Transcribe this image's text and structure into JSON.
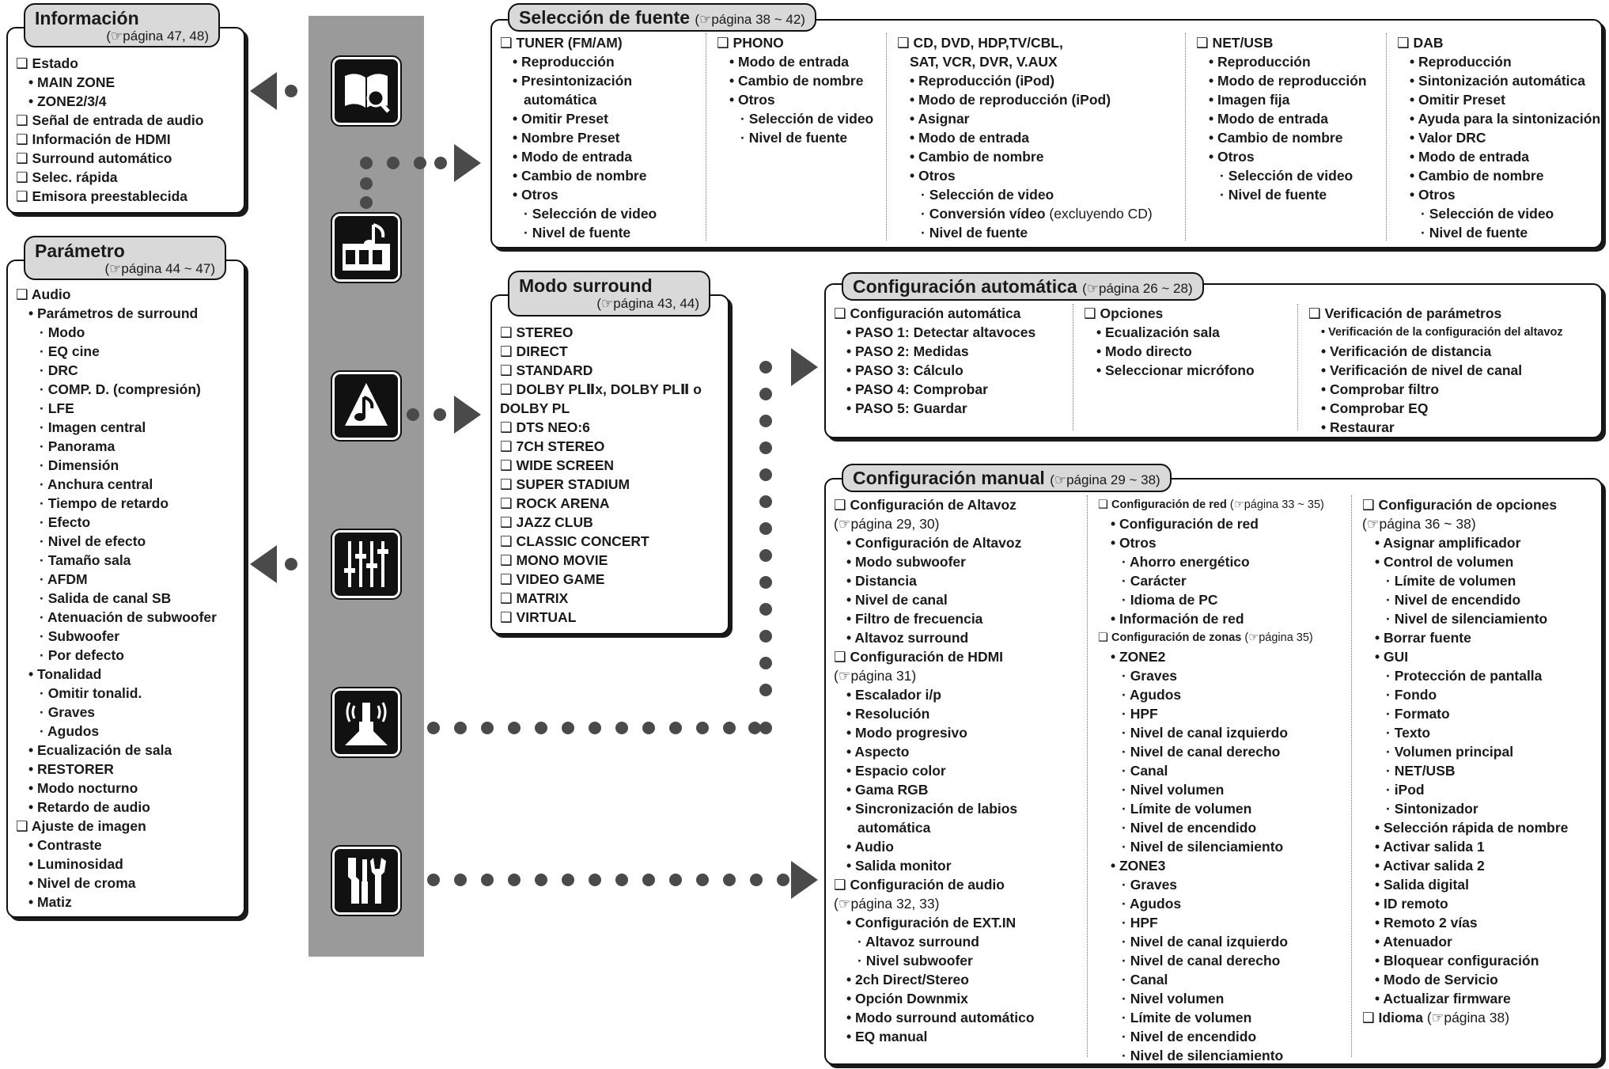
{
  "nav_column": {
    "icons": [
      "book-magnifier-icon",
      "music-film-icon",
      "surround-cone-icon",
      "sliders-icon",
      "speaker-calibration-icon",
      "tools-icon"
    ]
  },
  "informacion": {
    "title": "Información",
    "ref": "página 47, 48)",
    "items": [
      {
        "t": "❑ Estado",
        "lv": 1
      },
      {
        "t": "• MAIN ZONE",
        "lv": 2
      },
      {
        "t": "• ZONE2/3/4",
        "lv": 2
      },
      {
        "t": "❑ Señal de entrada de audio",
        "lv": 1
      },
      {
        "t": "❑ Información de HDMI",
        "lv": 1
      },
      {
        "t": "❑ Surround automático",
        "lv": 1
      },
      {
        "t": "❑ Selec. rápida",
        "lv": 1
      },
      {
        "t": "❑ Emisora preestablecida",
        "lv": 1
      }
    ]
  },
  "parametro": {
    "title": "Parámetro",
    "ref": "página 44 ~ 47)",
    "items": [
      {
        "t": "❑ Audio",
        "lv": 1
      },
      {
        "t": "• Parámetros de surround",
        "lv": 2
      },
      {
        "t": "· Modo",
        "lv": 3
      },
      {
        "t": "· EQ cine",
        "lv": 3
      },
      {
        "t": "· DRC",
        "lv": 3
      },
      {
        "t": "· COMP. D. (compresión)",
        "lv": 3
      },
      {
        "t": "· LFE",
        "lv": 3
      },
      {
        "t": "· Imagen central",
        "lv": 3
      },
      {
        "t": "· Panorama",
        "lv": 3
      },
      {
        "t": "· Dimensión",
        "lv": 3
      },
      {
        "t": "· Anchura central",
        "lv": 3
      },
      {
        "t": "· Tiempo de retardo",
        "lv": 3
      },
      {
        "t": "· Efecto",
        "lv": 3
      },
      {
        "t": "· Nivel de efecto",
        "lv": 3
      },
      {
        "t": "· Tamaño sala",
        "lv": 3
      },
      {
        "t": "· AFDM",
        "lv": 3
      },
      {
        "t": "· Salida de canal SB",
        "lv": 3
      },
      {
        "t": "· Atenuación de subwoofer",
        "lv": 3
      },
      {
        "t": "· Subwoofer",
        "lv": 3
      },
      {
        "t": "· Por defecto",
        "lv": 3
      },
      {
        "t": "• Tonalidad",
        "lv": 2
      },
      {
        "t": "· Omitir tonalid.",
        "lv": 3
      },
      {
        "t": "· Graves",
        "lv": 3
      },
      {
        "t": "· Agudos",
        "lv": 3
      },
      {
        "t": "• Ecualización de sala",
        "lv": 2
      },
      {
        "t": "• RESTORER",
        "lv": 2
      },
      {
        "t": "• Modo nocturno",
        "lv": 2
      },
      {
        "t": "• Retardo de audio",
        "lv": 2
      },
      {
        "t": "❑ Ajuste de imagen",
        "lv": 1
      },
      {
        "t": "• Contraste",
        "lv": 2
      },
      {
        "t": "• Luminosidad",
        "lv": 2
      },
      {
        "t": "• Nivel de croma",
        "lv": 2
      },
      {
        "t": "• Matiz",
        "lv": 2
      }
    ]
  },
  "seleccion_fuente": {
    "title": "Selección de fuente",
    "ref": "página 38 ~ 42)",
    "columns": [
      [
        {
          "t": "❑ TUNER (FM/AM)",
          "lv": 1
        },
        {
          "t": "• Reproducción",
          "lv": 2
        },
        {
          "t": "• Presintonización",
          "lv": 2
        },
        {
          "t": "automática",
          "lv": 3
        },
        {
          "t": "• Omitir Preset",
          "lv": 2
        },
        {
          "t": "• Nombre Preset",
          "lv": 2
        },
        {
          "t": "• Modo de entrada",
          "lv": 2
        },
        {
          "t": "• Cambio de nombre",
          "lv": 2
        },
        {
          "t": "• Otros",
          "lv": 2
        },
        {
          "t": "· Selección de video",
          "lv": 3
        },
        {
          "t": "· Nivel de fuente",
          "lv": 3
        }
      ],
      [
        {
          "t": "❑ PHONO",
          "lv": 1
        },
        {
          "t": "• Modo de entrada",
          "lv": 2
        },
        {
          "t": "• Cambio de nombre",
          "lv": 2
        },
        {
          "t": "• Otros",
          "lv": 2
        },
        {
          "t": "· Selección de video",
          "lv": 3
        },
        {
          "t": "· Nivel de fuente",
          "lv": 3
        }
      ],
      [
        {
          "t": "❑ CD, DVD, HDP,TV/CBL,",
          "lv": 1
        },
        {
          "t": "SAT, VCR, DVR, V.AUX",
          "lv": 2
        },
        {
          "t": "• Reproducción (iPod)",
          "lv": 2
        },
        {
          "t": "• Modo de reproducción (iPod)",
          "lv": 2
        },
        {
          "t": "• Asignar",
          "lv": 2
        },
        {
          "t": "• Modo de entrada",
          "lv": 2
        },
        {
          "t": "• Cambio de nombre",
          "lv": 2
        },
        {
          "t": "• Otros",
          "lv": 2
        },
        {
          "t": "· Selección de video",
          "lv": 3
        },
        {
          "t": "· Conversión vídeo",
          "lv": 3,
          "note": " (excluyendo CD)"
        },
        {
          "t": "· Nivel de fuente",
          "lv": 3
        }
      ],
      [
        {
          "t": "❑ NET/USB",
          "lv": 1
        },
        {
          "t": "• Reproducción",
          "lv": 2
        },
        {
          "t": "• Modo de reproducción",
          "lv": 2
        },
        {
          "t": "• Imagen fija",
          "lv": 2
        },
        {
          "t": "• Modo de entrada",
          "lv": 2
        },
        {
          "t": "• Cambio de nombre",
          "lv": 2
        },
        {
          "t": "• Otros",
          "lv": 2
        },
        {
          "t": "· Selección de video",
          "lv": 3
        },
        {
          "t": "· Nivel de fuente",
          "lv": 3
        }
      ],
      [
        {
          "t": "❑ DAB",
          "lv": 1
        },
        {
          "t": "• Reproducción",
          "lv": 2
        },
        {
          "t": "• Sintonización automática",
          "lv": 2
        },
        {
          "t": "• Omitir Preset",
          "lv": 2
        },
        {
          "t": "• Ayuda para la sintonización",
          "lv": 2
        },
        {
          "t": "• Valor DRC",
          "lv": 2
        },
        {
          "t": "• Modo de entrada",
          "lv": 2
        },
        {
          "t": "• Cambio de nombre",
          "lv": 2
        },
        {
          "t": "• Otros",
          "lv": 2
        },
        {
          "t": "· Selección de video",
          "lv": 3
        },
        {
          "t": "· Nivel de fuente",
          "lv": 3
        }
      ]
    ]
  },
  "modo_surround": {
    "title": "Modo surround",
    "ref": "página 43, 44)",
    "items": [
      {
        "t": "❑ STEREO",
        "lv": 1
      },
      {
        "t": "❑ DIRECT",
        "lv": 1
      },
      {
        "t": "❑ STANDARD",
        "lv": 1
      },
      {
        "t": "❑ DOLBY PLⅡx, DOLBY PLⅡ o",
        "lv": 1
      },
      {
        "t": "DOLBY PL",
        "lv": 1
      },
      {
        "t": "❑ DTS NEO:6",
        "lv": 1
      },
      {
        "t": "❑ 7CH STEREO",
        "lv": 1
      },
      {
        "t": "❑ WIDE SCREEN",
        "lv": 1
      },
      {
        "t": "❑ SUPER STADIUM",
        "lv": 1
      },
      {
        "t": "❑ ROCK ARENA",
        "lv": 1
      },
      {
        "t": "❑ JAZZ CLUB",
        "lv": 1
      },
      {
        "t": "❑ CLASSIC CONCERT",
        "lv": 1
      },
      {
        "t": "❑ MONO MOVIE",
        "lv": 1
      },
      {
        "t": "❑ VIDEO GAME",
        "lv": 1
      },
      {
        "t": "❑ MATRIX",
        "lv": 1
      },
      {
        "t": "❑ VIRTUAL",
        "lv": 1
      }
    ]
  },
  "config_automatica": {
    "title": "Configuración automática",
    "ref": "página 26 ~ 28)",
    "columns": [
      [
        {
          "t": "❑ Configuración automática",
          "lv": 1
        },
        {
          "t": "• PASO 1: Detectar altavoces",
          "lv": 2
        },
        {
          "t": "• PASO 2: Medidas",
          "lv": 2
        },
        {
          "t": "• PASO 3: Cálculo",
          "lv": 2
        },
        {
          "t": "• PASO 4: Comprobar",
          "lv": 2
        },
        {
          "t": "• PASO 5: Guardar",
          "lv": 2
        }
      ],
      [
        {
          "t": "❑ Opciones",
          "lv": 1
        },
        {
          "t": "• Ecualización sala",
          "lv": 2
        },
        {
          "t": "• Modo directo",
          "lv": 2
        },
        {
          "t": "• Seleccionar micrófono",
          "lv": 2
        }
      ],
      [
        {
          "t": "❑ Verificación de parámetros",
          "lv": 1
        },
        {
          "t": "• Verificación de la configuración del altavoz",
          "lv": 2,
          "small": true
        },
        {
          "t": "• Verificación de distancia",
          "lv": 2
        },
        {
          "t": "• Verificación de nivel de canal",
          "lv": 2
        },
        {
          "t": "• Comprobar filtro",
          "lv": 2
        },
        {
          "t": "• Comprobar EQ",
          "lv": 2
        },
        {
          "t": "• Restaurar",
          "lv": 2
        }
      ]
    ]
  },
  "config_manual": {
    "title": "Configuración manual",
    "ref": "página 29 ~ 38)",
    "columns": [
      [
        {
          "t": "❑ Configuración de Altavoz",
          "lv": 1
        },
        {
          "t": "",
          "lv": 1,
          "ref": "página 29, 30)"
        },
        {
          "t": "• Configuración de Altavoz",
          "lv": 2
        },
        {
          "t": "• Modo subwoofer",
          "lv": 2
        },
        {
          "t": "• Distancia",
          "lv": 2
        },
        {
          "t": "• Nivel de canal",
          "lv": 2
        },
        {
          "t": "• Filtro de frecuencia",
          "lv": 2
        },
        {
          "t": "• Altavoz surround",
          "lv": 2
        },
        {
          "t": "❑ Configuración de HDMI",
          "lv": 1
        },
        {
          "t": "",
          "lv": 1,
          "ref": "página 31)"
        },
        {
          "t": "• Escalador i/p",
          "lv": 2
        },
        {
          "t": "• Resolución",
          "lv": 2
        },
        {
          "t": "• Modo progresivo",
          "lv": 2
        },
        {
          "t": "• Aspecto",
          "lv": 2
        },
        {
          "t": "• Espacio color",
          "lv": 2
        },
        {
          "t": "• Gama RGB",
          "lv": 2
        },
        {
          "t": "• Sincronización de labios",
          "lv": 2
        },
        {
          "t": "automática",
          "lv": 3
        },
        {
          "t": "• Audio",
          "lv": 2
        },
        {
          "t": "• Salida monitor",
          "lv": 2
        },
        {
          "t": "❑ Configuración de audio",
          "lv": 1
        },
        {
          "t": "",
          "lv": 1,
          "ref": "página 32, 33)"
        },
        {
          "t": "• Configuración de EXT.IN",
          "lv": 2
        },
        {
          "t": "· Altavoz surround",
          "lv": 3
        },
        {
          "t": "· Nivel subwoofer",
          "lv": 3
        },
        {
          "t": "• 2ch Direct/Stereo",
          "lv": 2
        },
        {
          "t": "• Opción Downmix",
          "lv": 2
        },
        {
          "t": "• Modo surround automático",
          "lv": 2
        },
        {
          "t": "• EQ manual",
          "lv": 2
        }
      ],
      [
        {
          "t": "❑ Configuración de red",
          "lv": 1,
          "small": true,
          "ref": "página 33 ~ 35)"
        },
        {
          "t": "• Configuración de red",
          "lv": 2
        },
        {
          "t": "• Otros",
          "lv": 2
        },
        {
          "t": "· Ahorro energético",
          "lv": 3
        },
        {
          "t": "· Carácter",
          "lv": 3
        },
        {
          "t": "· Idioma de PC",
          "lv": 3
        },
        {
          "t": "• Información de red",
          "lv": 2
        },
        {
          "t": "❑ Configuración de zonas",
          "lv": 1,
          "small": true,
          "ref": "página 35)"
        },
        {
          "t": "• ZONE2",
          "lv": 2
        },
        {
          "t": "· Graves",
          "lv": 3
        },
        {
          "t": "· Agudos",
          "lv": 3
        },
        {
          "t": "· HPF",
          "lv": 3
        },
        {
          "t": "· Nivel de canal izquierdo",
          "lv": 3
        },
        {
          "t": "· Nivel de canal derecho",
          "lv": 3
        },
        {
          "t": "· Canal",
          "lv": 3
        },
        {
          "t": "· Nivel volumen",
          "lv": 3
        },
        {
          "t": "· Límite de volumen",
          "lv": 3
        },
        {
          "t": "· Nivel de encendido",
          "lv": 3
        },
        {
          "t": "· Nivel de silenciamiento",
          "lv": 3
        },
        {
          "t": "• ZONE3",
          "lv": 2
        },
        {
          "t": "· Graves",
          "lv": 3
        },
        {
          "t": "· Agudos",
          "lv": 3
        },
        {
          "t": "· HPF",
          "lv": 3
        },
        {
          "t": "· Nivel de canal izquierdo",
          "lv": 3
        },
        {
          "t": "· Nivel de canal derecho",
          "lv": 3
        },
        {
          "t": "· Canal",
          "lv": 3
        },
        {
          "t": "· Nivel volumen",
          "lv": 3
        },
        {
          "t": "· Límite de volumen",
          "lv": 3
        },
        {
          "t": "· Nivel de encendido",
          "lv": 3
        },
        {
          "t": "· Nivel de silenciamiento",
          "lv": 3
        }
      ],
      [
        {
          "t": "❑ Configuración de opciones",
          "lv": 1
        },
        {
          "t": "",
          "lv": 1,
          "ref": "página 36 ~ 38)"
        },
        {
          "t": "• Asignar amplificador",
          "lv": 2
        },
        {
          "t": "• Control de volumen",
          "lv": 2
        },
        {
          "t": "· Límite de volumen",
          "lv": 3
        },
        {
          "t": "· Nivel de encendido",
          "lv": 3
        },
        {
          "t": "· Nivel de silenciamiento",
          "lv": 3
        },
        {
          "t": "• Borrar fuente",
          "lv": 2
        },
        {
          "t": "• GUI",
          "lv": 2
        },
        {
          "t": "· Protección de pantalla",
          "lv": 3
        },
        {
          "t": "· Fondo",
          "lv": 3
        },
        {
          "t": "· Formato",
          "lv": 3
        },
        {
          "t": "· Texto",
          "lv": 3
        },
        {
          "t": "· Volumen principal",
          "lv": 3
        },
        {
          "t": "· NET/USB",
          "lv": 3
        },
        {
          "t": "· iPod",
          "lv": 3
        },
        {
          "t": "· Sintonizador",
          "lv": 3
        },
        {
          "t": "• Selección rápida de nombre",
          "lv": 2
        },
        {
          "t": "• Activar salida 1",
          "lv": 2
        },
        {
          "t": "• Activar salida 2",
          "lv": 2
        },
        {
          "t": "• Salida digital",
          "lv": 2
        },
        {
          "t": "• ID remoto",
          "lv": 2
        },
        {
          "t": "• Remoto 2 vías",
          "lv": 2
        },
        {
          "t": "• Atenuador",
          "lv": 2
        },
        {
          "t": "• Bloquear configuración",
          "lv": 2
        },
        {
          "t": "• Modo de Servicio",
          "lv": 2
        },
        {
          "t": "• Actualizar firmware",
          "lv": 2
        },
        {
          "t": "❑ Idioma",
          "lv": 1,
          "ref": "página 38)"
        }
      ]
    ]
  },
  "ref_icon": "pointing-hand-icon",
  "colors": {
    "title_bg": "#d9d9d9",
    "column_bg": "#9a9a9a",
    "connector": "#4a4a4a"
  }
}
